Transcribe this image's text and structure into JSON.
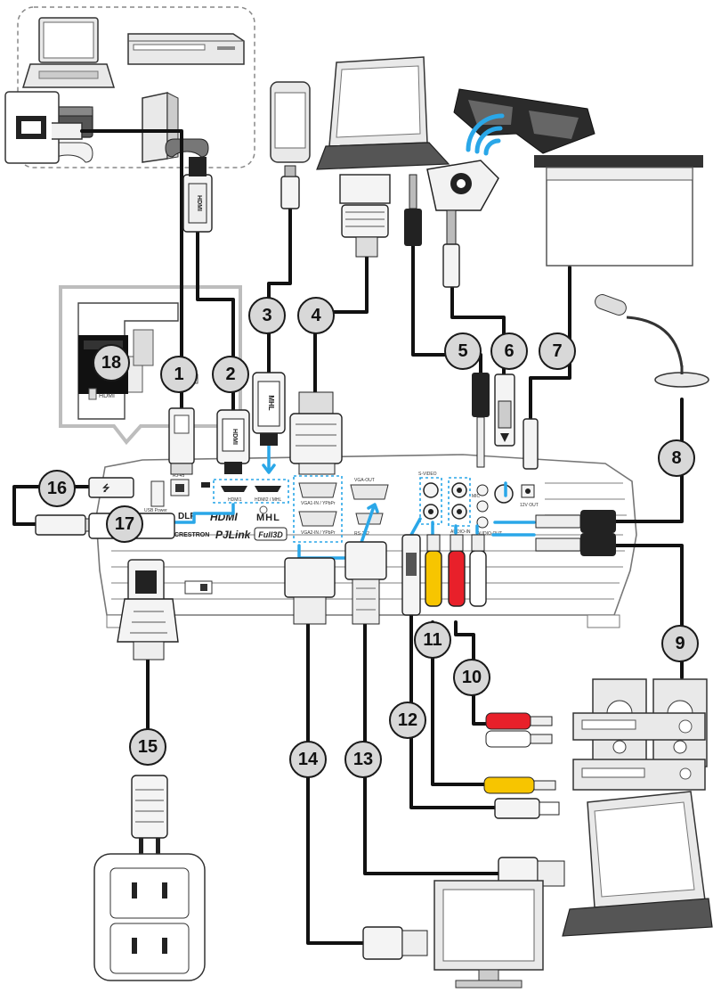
{
  "logos": {
    "hdmi_vertical": "HDMI",
    "hdmi_plug": "HDMI",
    "mhl_plug": "MHL",
    "dlp": "DLP",
    "hdmi_panel": "HDMI",
    "mhl_panel": "MHL",
    "crestron": "CRESTRON",
    "pjlink": "PJLink",
    "full3d": "Full3D"
  },
  "inset": {
    "hdmi_label": "HDMI"
  },
  "port_labels": {
    "rj45": "RJ-45",
    "usb_power": "USB Power",
    "hdmi1": "HDMI1",
    "hdmi2_mhl": "HDMI2 / MHL",
    "vga_in1": "VGA1-IN / YPbPr",
    "vga_in2": "VGA2-IN / YPbPr",
    "vga_out": "VGA-OUT",
    "rs232": "RS-232",
    "svideo": "S-VIDEO",
    "video": "VIDEO",
    "audio_in": "AUDIO-IN",
    "audio_out": "AUDIO-OUT",
    "mic": "MIC",
    "dc_out": "12V OUT"
  },
  "callouts": [
    "1",
    "2",
    "3",
    "4",
    "5",
    "6",
    "7",
    "8",
    "9",
    "10",
    "11",
    "12",
    "13",
    "14",
    "15",
    "16",
    "17",
    "18"
  ],
  "colors": {
    "arrow": "#2aa7e8",
    "cable": "#111111",
    "callout_fill": "#d8d8d8",
    "rca_red": "#e8202a",
    "rca_yellow": "#f7c500",
    "rca_white": "#ffffff"
  }
}
